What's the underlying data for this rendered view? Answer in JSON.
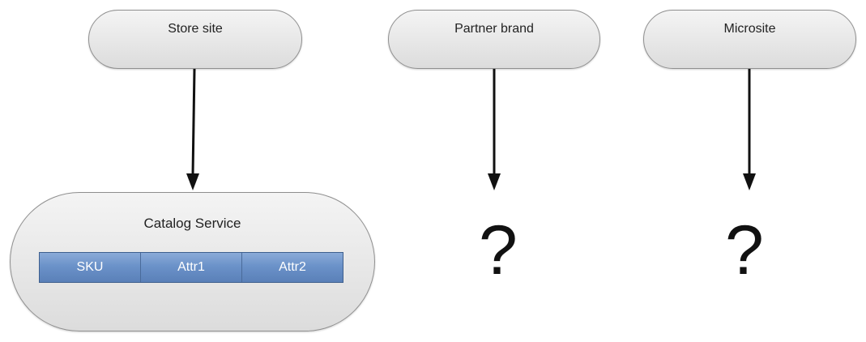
{
  "nodes": {
    "store_site": "Store site",
    "partner_brand": "Partner brand",
    "microsite": "Microsite",
    "catalog_service": "Catalog Service"
  },
  "catalog_table": {
    "columns": [
      "SKU",
      "Attr1",
      "Attr2"
    ]
  },
  "unknowns": {
    "partner": "?",
    "microsite": "?"
  }
}
